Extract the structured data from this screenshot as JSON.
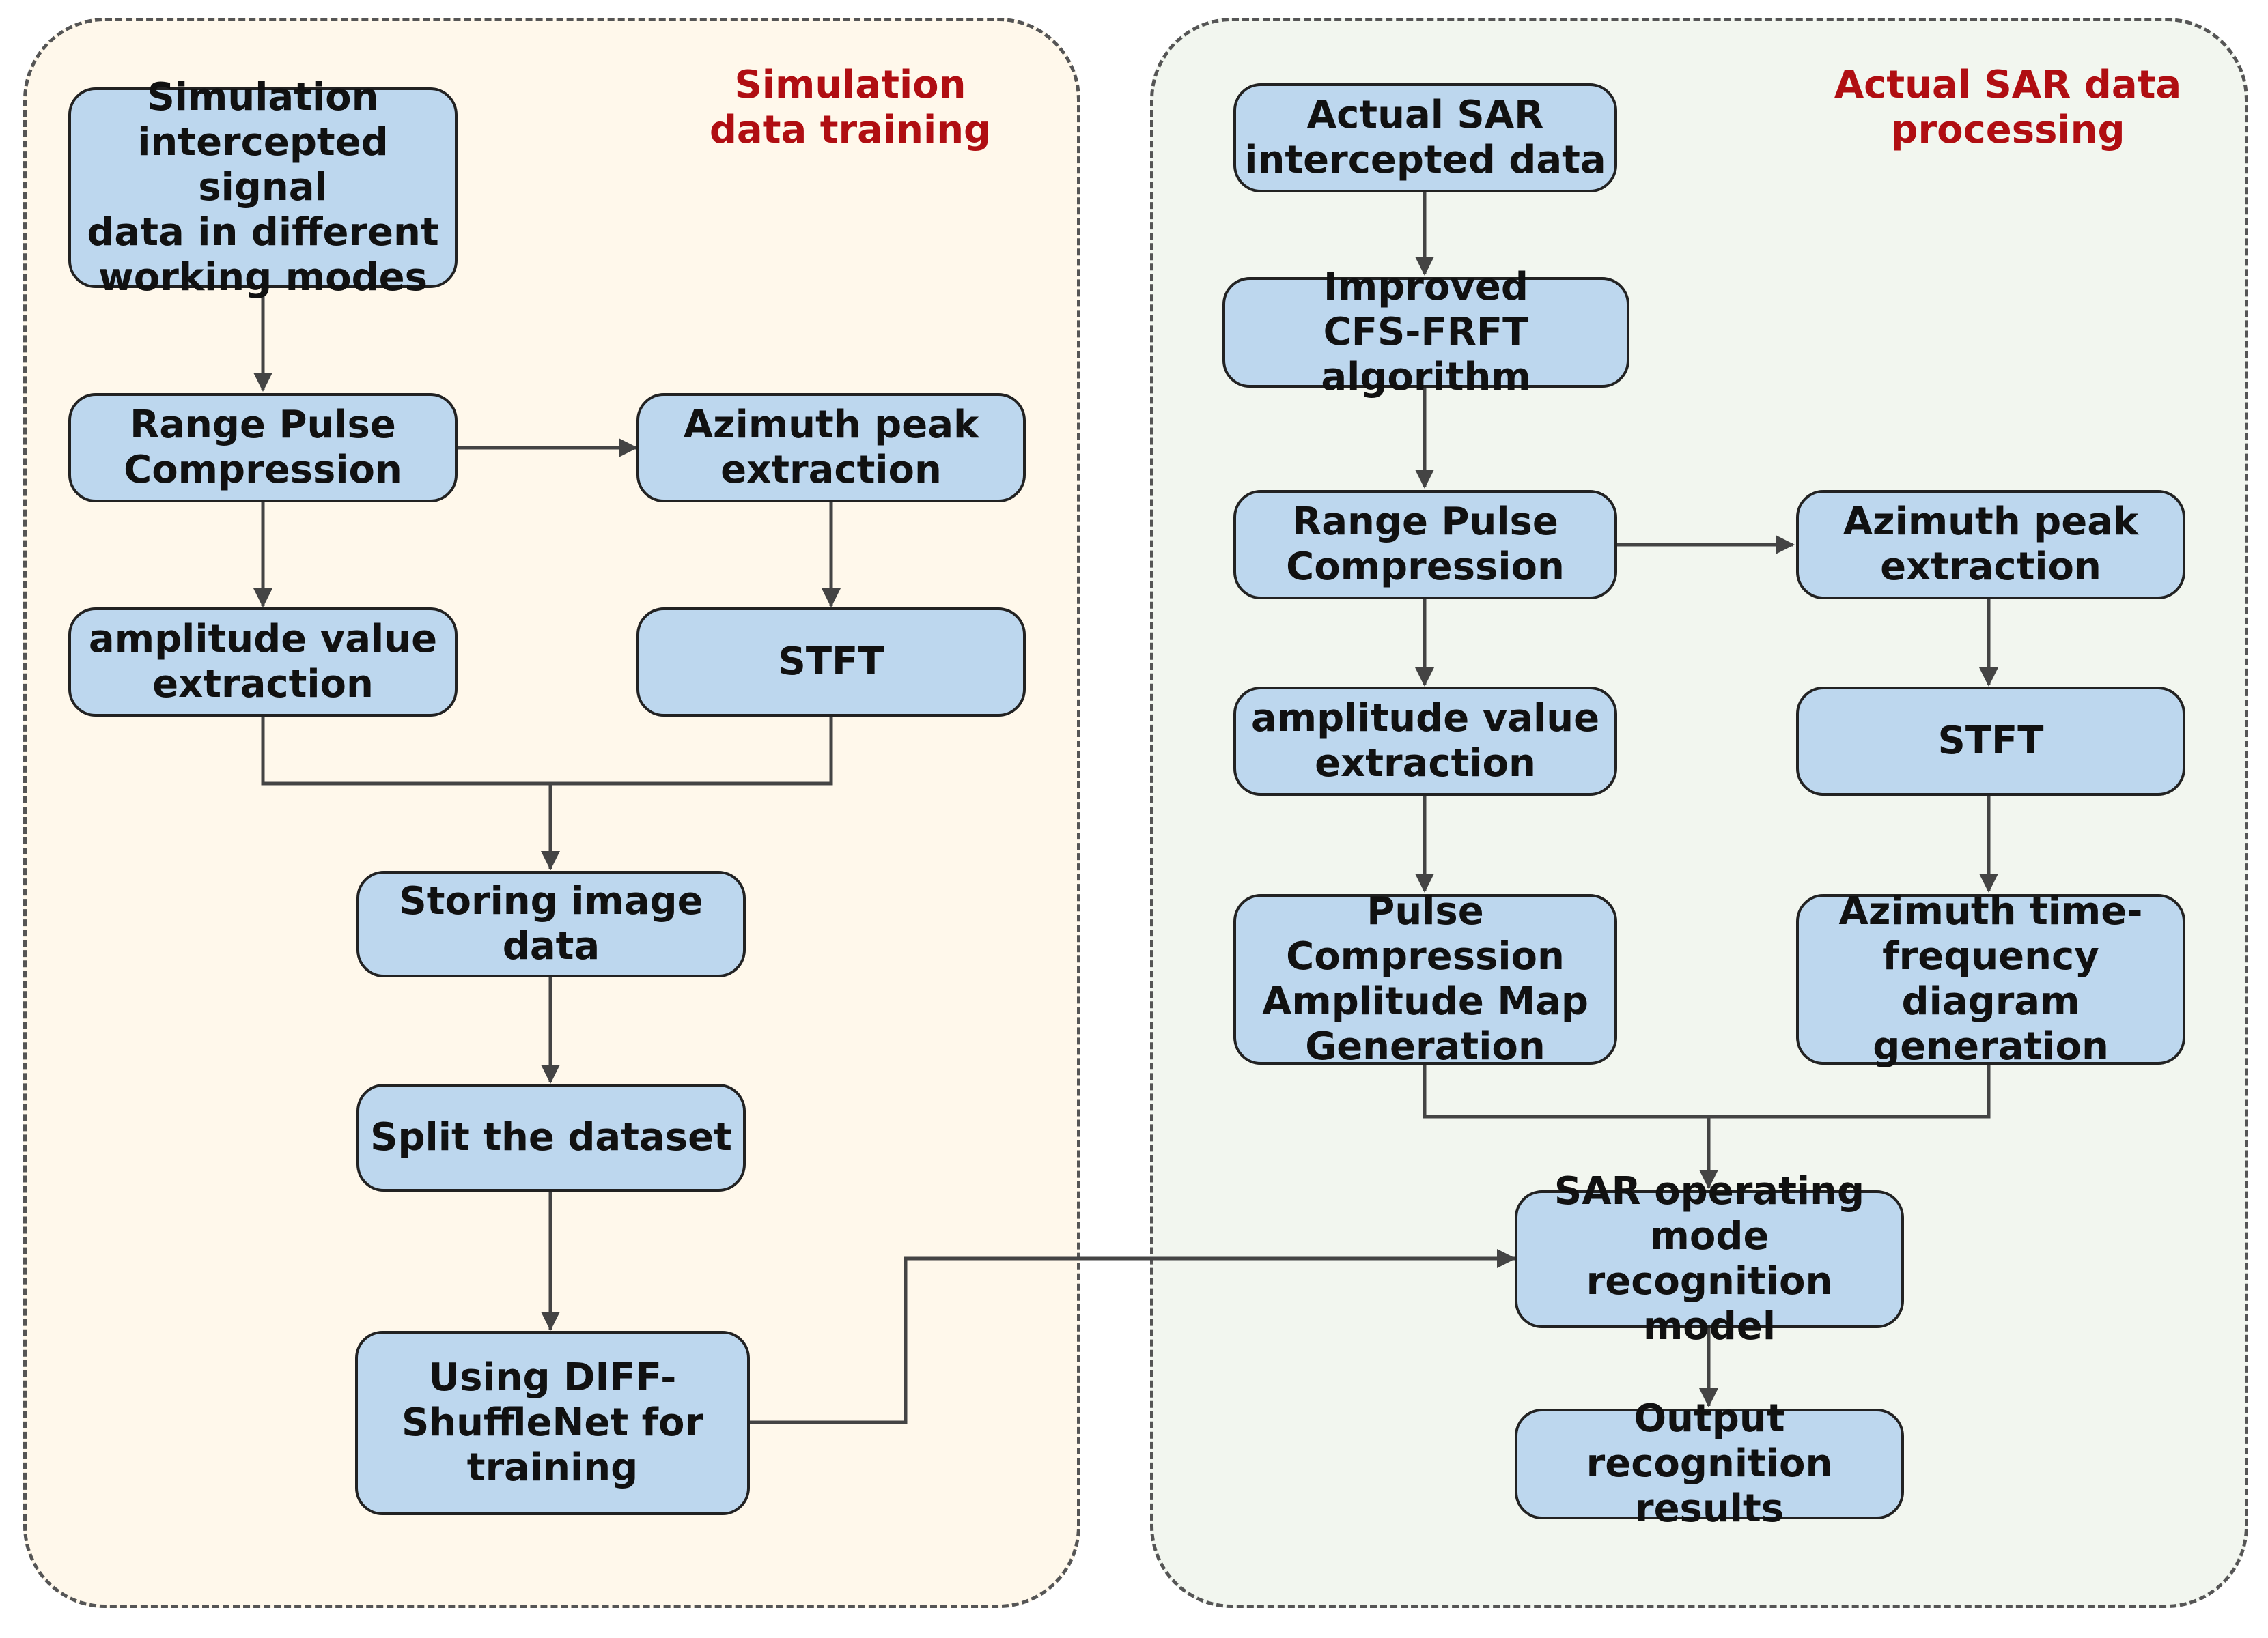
{
  "panels": {
    "left_title": "Simulation\ndata training",
    "right_title": "Actual SAR data\nprocessing"
  },
  "colors": {
    "node_fill": "#bdd7ee",
    "left_panel_fill": "#fff8eb",
    "right_panel_fill": "#f2f6ef",
    "title_color": "#b00e12"
  },
  "nodes": {
    "sim_data": "Simulation\nintercepted signal\ndata in different\nworking modes",
    "sim_range": "Range Pulse\nCompression",
    "sim_azimuth": "Azimuth peak\nextraction",
    "sim_amplitude": "amplitude value\nextraction",
    "sim_stft": "STFT",
    "storing": "Storing image data",
    "split": "Split the dataset",
    "training": "Using DIFF-\nShuffleNet for\ntraining",
    "actual_data": "Actual SAR\nintercepted data",
    "improved": "Improved\nCFS-FRFT algorithm",
    "act_range": "Range Pulse\nCompression",
    "act_azimuth": "Azimuth peak\nextraction",
    "act_amplitude": "amplitude value\nextraction",
    "act_stft": "STFT",
    "amp_map": "Pulse Compression\nAmplitude Map\nGeneration",
    "tf_diagram": "Azimuth time-\nfrequency diagram\ngeneration",
    "model": "SAR operating\nmode recognition\nmodel",
    "output": "Output\nrecognition results"
  }
}
